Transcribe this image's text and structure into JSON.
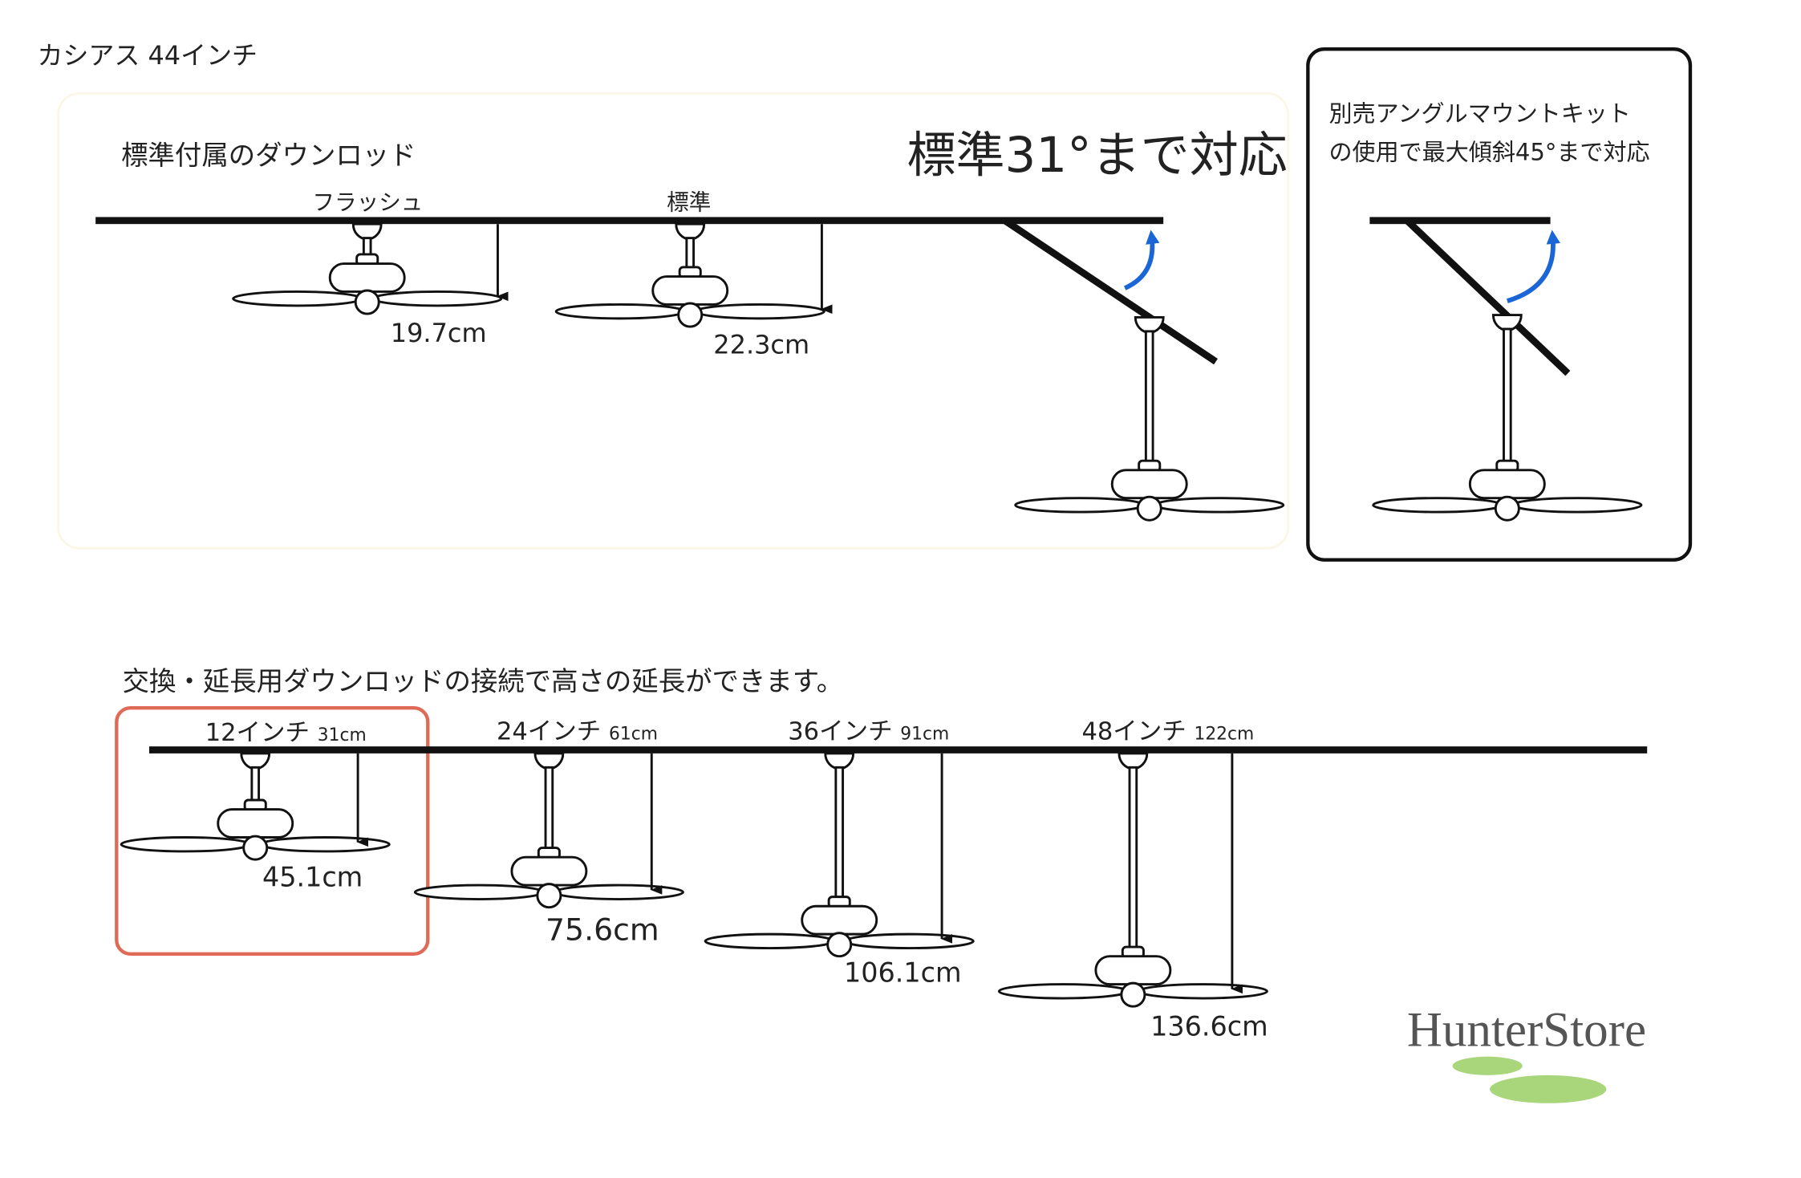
{
  "title": "カシアス 44インチ",
  "standard_section": {
    "heading": "標準付属のダウンロッド",
    "angle_note": "標準31°まで対応",
    "fans": [
      {
        "label": "フラッシュ",
        "drop": "19.7cm"
      },
      {
        "label": "標準",
        "drop": "22.3cm"
      }
    ]
  },
  "angle_kit_box": {
    "line1": "別売アングルマウントキット",
    "line2": "の使用で最大傾斜45°まで対応"
  },
  "extension_section": {
    "heading": "交換・延長用ダウンロッドの接続で高さの延長ができます。",
    "fans": [
      {
        "label": "12インチ",
        "size": "31cm",
        "drop": "45.1cm"
      },
      {
        "label": "24インチ",
        "size": "61cm",
        "drop": "75.6cm"
      },
      {
        "label": "36インチ",
        "size": "91cm",
        "drop": "106.1cm"
      },
      {
        "label": "48インチ",
        "size": "122cm",
        "drop": "136.6cm"
      }
    ]
  },
  "logo": {
    "text": "HunterStore"
  },
  "colors": {
    "highlight": "#e06a58",
    "arrow_blue": "#1a66d6",
    "logo_green": "#a9d67a"
  }
}
